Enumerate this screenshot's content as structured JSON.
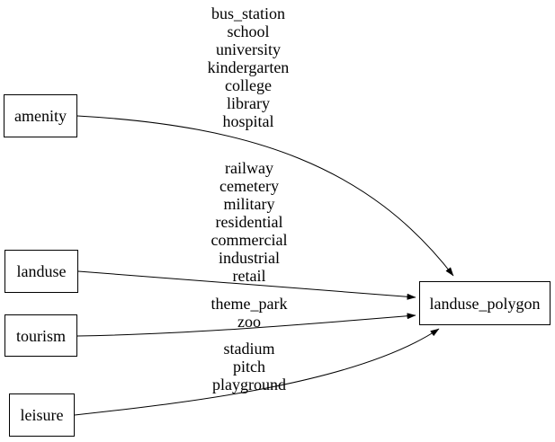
{
  "diagram": {
    "background_color": "#ffffff",
    "stroke_color": "#000000",
    "text_color": "#000000",
    "nodes": [
      {
        "id": "amenity",
        "label": "amenity"
      },
      {
        "id": "landuse",
        "label": "landuse"
      },
      {
        "id": "tourism",
        "label": "tourism"
      },
      {
        "id": "leisure",
        "label": "leisure"
      },
      {
        "id": "landuse_polygon",
        "label": "landuse_polygon"
      }
    ],
    "edges": [
      {
        "from": "amenity",
        "to": "landuse_polygon",
        "labels": [
          "bus_station",
          "school",
          "university",
          "kindergarten",
          "college",
          "library",
          "hospital"
        ]
      },
      {
        "from": "landuse",
        "to": "landuse_polygon",
        "labels": [
          "railway",
          "cemetery",
          "military",
          "residential",
          "commercial",
          "industrial",
          "retail"
        ]
      },
      {
        "from": "tourism",
        "to": "landuse_polygon",
        "labels": [
          "theme_park",
          "zoo"
        ]
      },
      {
        "from": "leisure",
        "to": "landuse_polygon",
        "labels": [
          "stadium",
          "pitch",
          "playground"
        ]
      }
    ]
  }
}
